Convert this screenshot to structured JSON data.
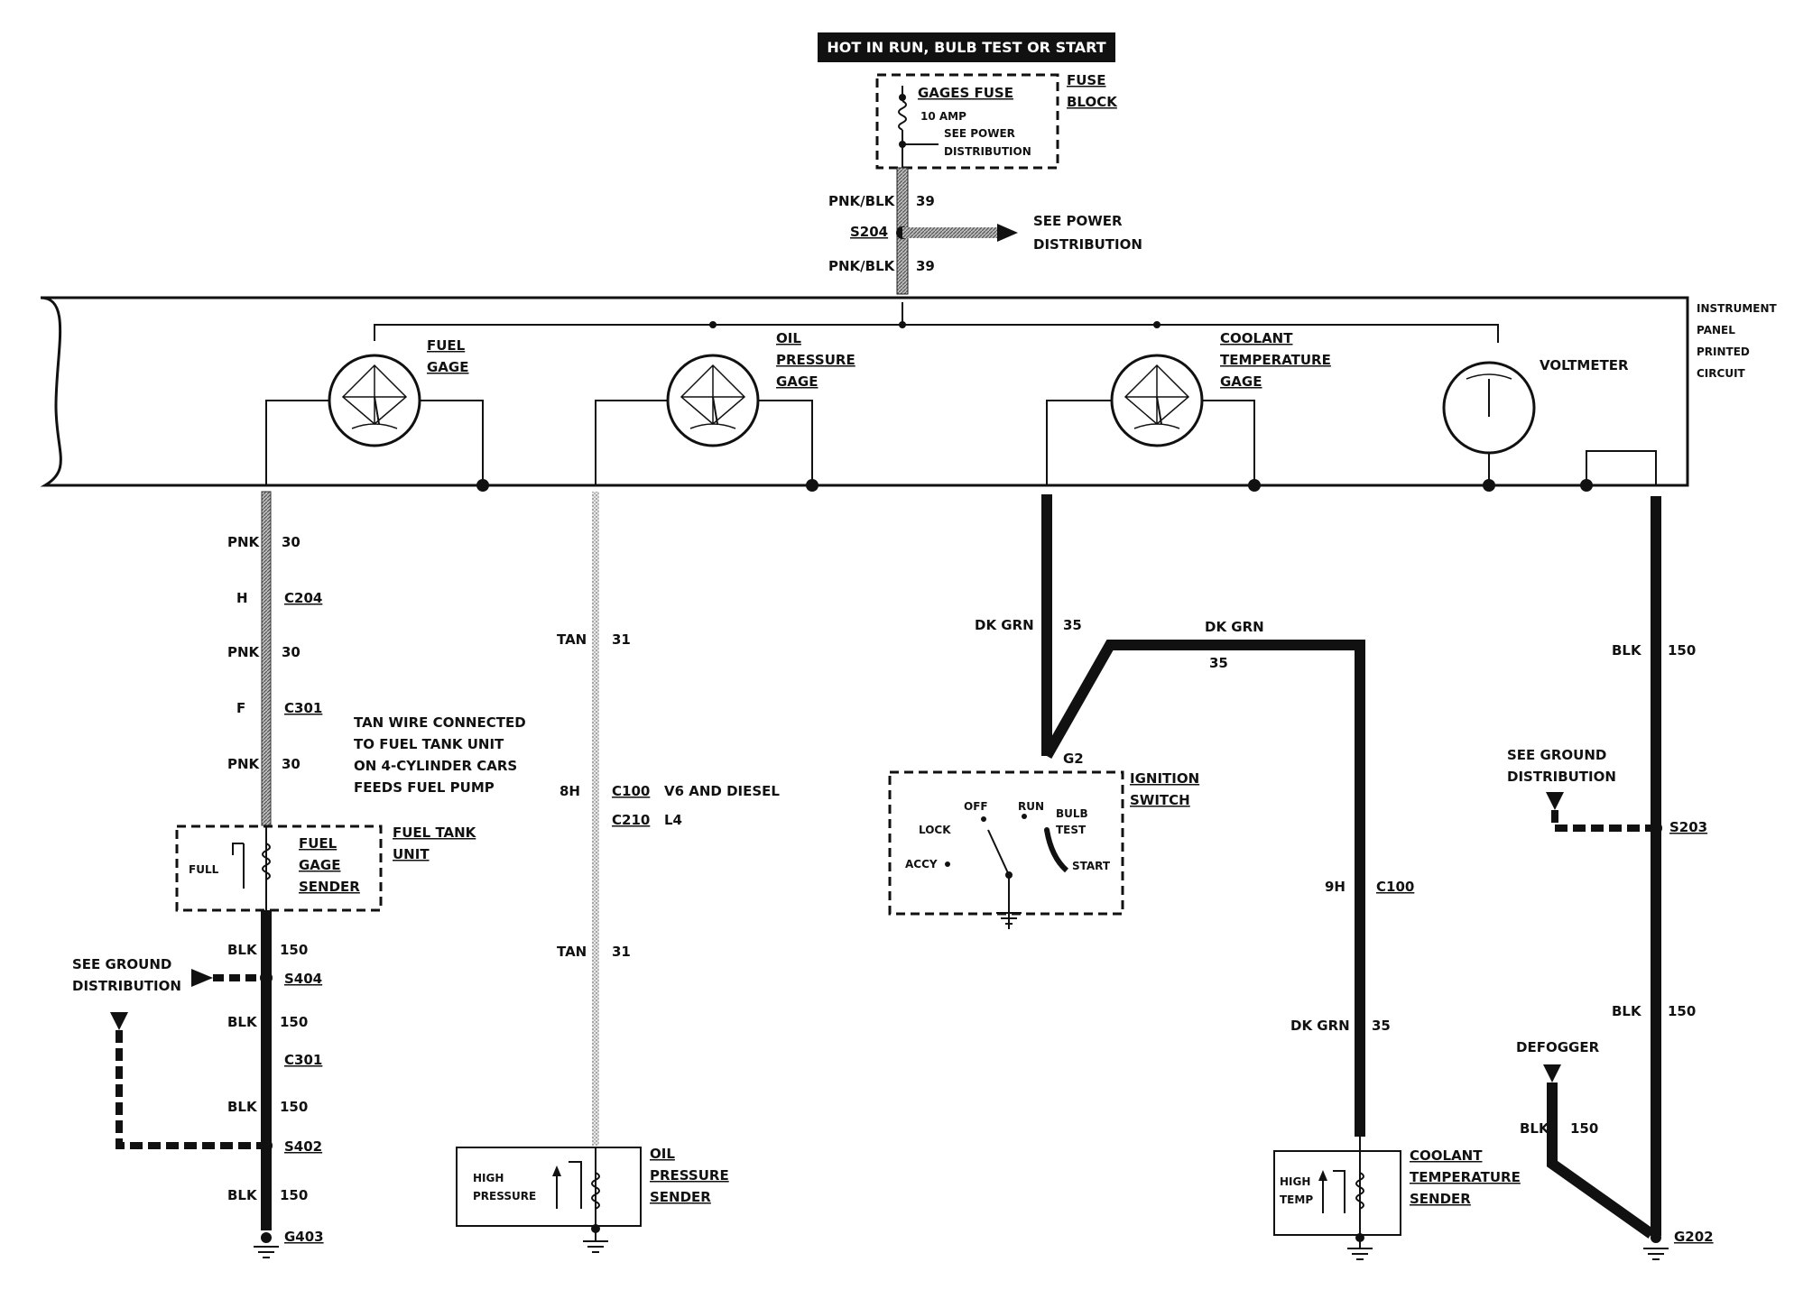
{
  "header": {
    "power_label": "HOT IN RUN,  BULB TEST OR START"
  },
  "fuse_block": {
    "fuse_name": "GAGES  FUSE",
    "fuse_rating": "10 AMP",
    "see_power_1": "SEE POWER",
    "see_power_2": "DISTRIBUTION",
    "block_label_1": "FUSE",
    "block_label_2": "BLOCK"
  },
  "feed": {
    "wire_top_color": "PNK/BLK",
    "wire_top_num": "39",
    "splice": "S204",
    "wire_bot_color": "PNK/BLK",
    "wire_bot_num": "39",
    "see_power_1": "SEE POWER",
    "see_power_2": "DISTRIBUTION"
  },
  "panel": {
    "label_lines": [
      "INSTRUMENT",
      "PANEL",
      "PRINTED",
      "CIRCUIT"
    ],
    "fuel_gage": [
      "FUEL",
      "GAGE"
    ],
    "oil_gage": [
      "OIL",
      "PRESSURE",
      "GAGE"
    ],
    "coolant_gage": [
      "COOLANT",
      "TEMPERATURE",
      "GAGE"
    ],
    "voltmeter": "VOLTMETER"
  },
  "fuel_circuit": {
    "w1_color": "PNK",
    "w1_num": "30",
    "c204_pin": "H",
    "c204": "C204",
    "w2_color": "PNK",
    "w2_num": "30",
    "c301_pin": "F",
    "c301": "C301",
    "w3_color": "PNK",
    "w3_num": "30",
    "note": [
      "TAN WIRE CONNECTED",
      "TO FUEL TANK UNIT",
      "ON 4-CYLINDER CARS",
      "FEEDS FUEL PUMP"
    ],
    "sender_full": "FULL",
    "sender": [
      "FUEL",
      "GAGE",
      "SENDER"
    ],
    "tank_unit": [
      "FUEL TANK",
      "UNIT"
    ],
    "w4_color": "BLK",
    "w4_num": "150",
    "ground_dist": [
      "SEE GROUND",
      "DISTRIBUTION"
    ],
    "s404": "S404",
    "w5_color": "BLK",
    "w5_num": "150",
    "c301b": "C301",
    "w6_color": "BLK",
    "w6_num": "150",
    "s402": "S402",
    "w7_color": "BLK",
    "w7_num": "150",
    "g403": "G403"
  },
  "oil_circuit": {
    "w1_color": "TAN",
    "w1_num": "31",
    "c100_pin": "8H",
    "c100": "C100",
    "c100_note": "V6 AND DIESEL",
    "c210": "C210",
    "c210_note": "L4",
    "w2_color": "TAN",
    "w2_num": "31",
    "sender_high": [
      "HIGH",
      "PRESSURE"
    ],
    "sender": [
      "OIL",
      "PRESSURE",
      "SENDER"
    ]
  },
  "coolant_circuit": {
    "w1_color": "DK GRN",
    "w1_num": "35",
    "w2_color": "DK GRN",
    "w2_num": "35",
    "g2": "G2",
    "ignition": [
      "IGNITION",
      "SWITCH"
    ],
    "positions": {
      "off": "OFF",
      "run": "RUN",
      "lock": "LOCK",
      "accy": "ACCY",
      "bulb": "BULB",
      "test": "TEST",
      "start": "START"
    },
    "c100_pin": "9H",
    "c100": "C100",
    "w3_color": "DK GRN",
    "w3_num": "35",
    "sender_high": [
      "HIGH",
      "TEMP"
    ],
    "sender": [
      "COOLANT",
      "TEMPERATURE",
      "SENDER"
    ]
  },
  "volt_circuit": {
    "w1_color": "BLK",
    "w1_num": "150",
    "ground_dist": [
      "SEE GROUND",
      "DISTRIBUTION"
    ],
    "s203": "S203",
    "w2_color": "BLK",
    "w2_num": "150",
    "defogger": "DEFOGGER",
    "w3_color": "BLK",
    "w3_num": "150",
    "g202": "G202"
  }
}
